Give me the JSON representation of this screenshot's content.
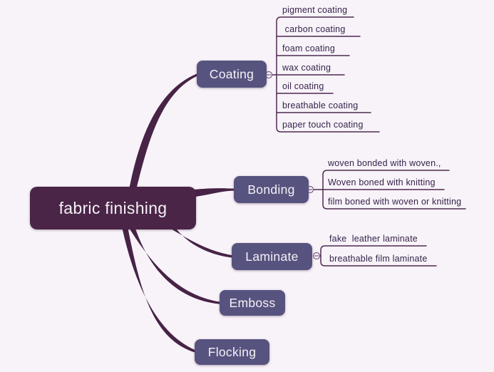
{
  "colors": {
    "background": "#f8f3f9",
    "root_fill": "#4a2547",
    "branch_fill": "#57537f",
    "connector": "#472346",
    "leaf_line": "#4e2a50",
    "leaf_text": "#35234a",
    "node_text": "#f5f2f7",
    "toggle_stroke": "#7b5c82"
  },
  "root": {
    "label": "fabric finishing"
  },
  "branches": [
    {
      "label": "Coating",
      "children": [
        "pigment coating",
        " carbon coating",
        "foam coating",
        "wax coating",
        "oil coating",
        "breathable coating",
        "paper touch coating"
      ]
    },
    {
      "label": "Bonding",
      "children": [
        "woven bonded with woven.,",
        "Woven boned with knitting",
        "film boned with woven or knitting"
      ]
    },
    {
      "label": "Laminate",
      "children": [
        "fake  leather laminate",
        "breathable film laminate"
      ]
    },
    {
      "label": "Emboss",
      "children": []
    },
    {
      "label": "Flocking",
      "children": []
    }
  ]
}
